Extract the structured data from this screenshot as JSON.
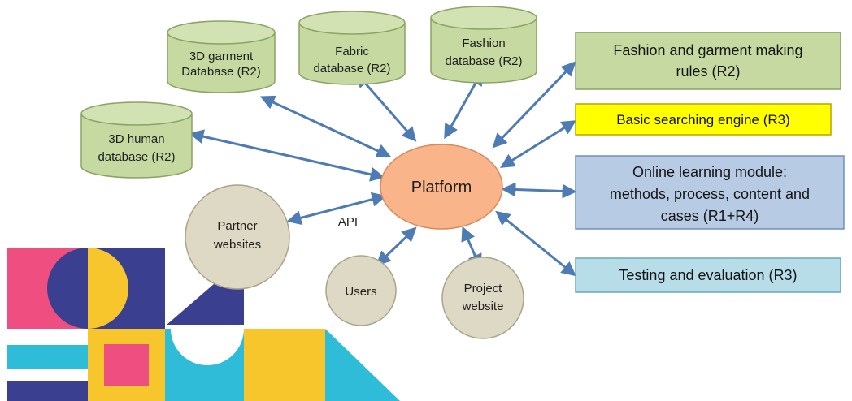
{
  "colors": {
    "cylinder": "#c6d9a0",
    "cylinder_edge": "#8aa367",
    "rect_green": "#c6d9a0",
    "rect_yellow": "#ffff00",
    "rect_blue": "#b8cbe4",
    "rect_lightblue": "#b7dde8",
    "platform": "#f9b48a",
    "circle": "#ddd9c4",
    "arrow": "#4f7bb5"
  },
  "cylinders": {
    "garment3d": [
      "3D garment",
      "Database (R2)"
    ],
    "fabric": [
      "Fabric",
      "database (R2)"
    ],
    "fashion": [
      "Fashion",
      "database (R2)"
    ],
    "human3d": [
      "3D human",
      "database (R2)"
    ]
  },
  "boxes": {
    "rules": [
      "Fashion and garment making",
      "rules (R2)"
    ],
    "search": [
      "Basic searching engine (R3)"
    ],
    "learning": [
      "Online learning module:",
      "methods, process, content and",
      "cases (R1+R4)"
    ],
    "testing": [
      "Testing and evaluation (R3)"
    ]
  },
  "nodes": {
    "platform": "Platform",
    "partner": [
      "Partner",
      "websites"
    ],
    "users": "Users",
    "project": [
      "Project",
      "website"
    ]
  },
  "api_label": "API"
}
